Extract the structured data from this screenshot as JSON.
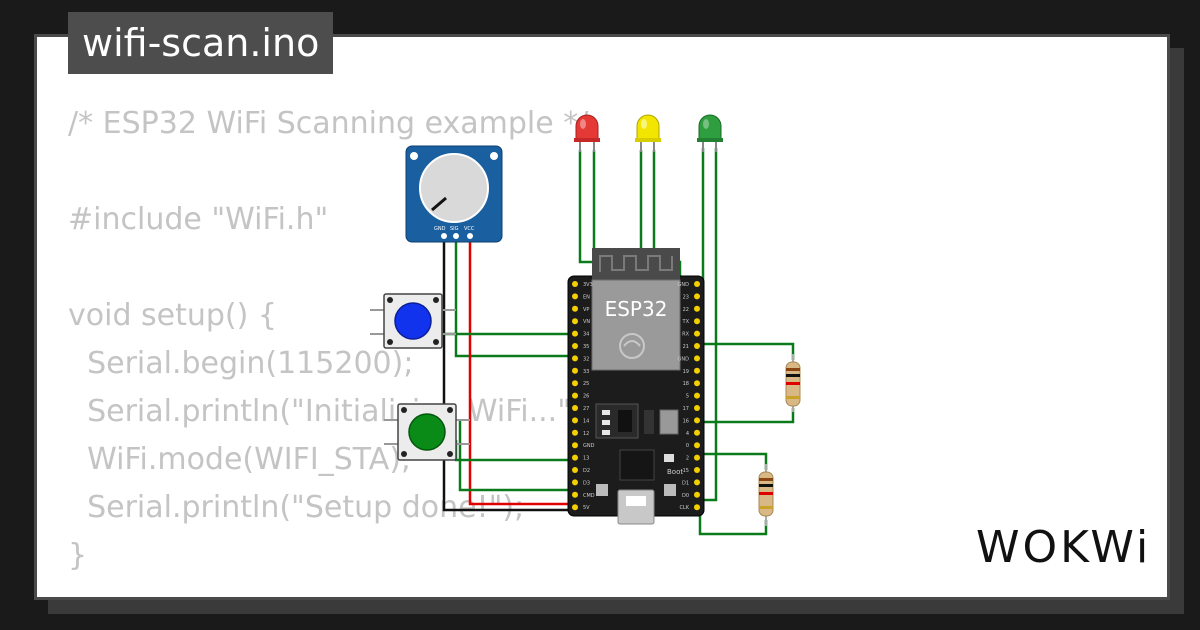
{
  "file_tab": {
    "label": "wifi-scan.ino"
  },
  "code": {
    "lines": [
      "/* ESP32 WiFi Scanning example */",
      "",
      "#include \"WiFi.h\"",
      "",
      "void setup() {",
      "  Serial.begin(115200);",
      "  Serial.println(\"Initializing WiFi...\");",
      "  WiFi.mode(WIFI_STA);",
      "  Serial.println(\"Setup done!\");",
      "}"
    ]
  },
  "board": {
    "label": "ESP32",
    "boot_label": "Boot",
    "left_pins": [
      "3V3",
      "EN",
      "VP",
      "VN",
      "34",
      "35",
      "32",
      "33",
      "25",
      "26",
      "27",
      "14",
      "12",
      "GND",
      "13",
      "D2",
      "D3",
      "CMD",
      "5V"
    ],
    "right_pins": [
      "GND",
      "23",
      "22",
      "TX",
      "RX",
      "21",
      "GND",
      "19",
      "18",
      "5",
      "17",
      "16",
      "4",
      "0",
      "2",
      "15",
      "D1",
      "D0",
      "CLK"
    ]
  },
  "potentiometer": {
    "pins": [
      "GND",
      "SIG",
      "VCC"
    ]
  },
  "leds": [
    {
      "name": "red",
      "color": "#e53935"
    },
    {
      "name": "yellow",
      "color": "#f2e600"
    },
    {
      "name": "green",
      "color": "#2e9e3e"
    }
  ],
  "buttons": [
    {
      "name": "blue",
      "color": "#1133ee"
    },
    {
      "name": "green",
      "color": "#0a8a16"
    }
  ],
  "colors": {
    "wire_green": "#0a7a1a",
    "wire_red": "#e00000",
    "wire_black": "#111111",
    "board_bg": "#1c1c1c"
  },
  "logo": {
    "text": "WOKWi"
  }
}
